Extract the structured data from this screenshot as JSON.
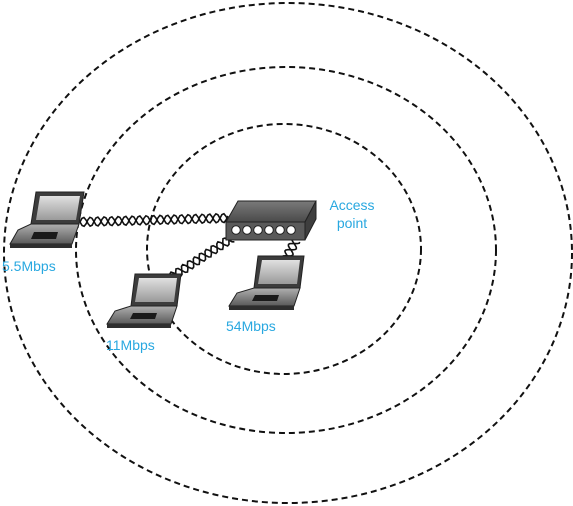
{
  "labels": {
    "access_point_line1": "Access",
    "access_point_line2": "point",
    "rate_outer": "5.5Mbps",
    "rate_middle": "11Mbps",
    "rate_inner": "54Mbps"
  },
  "colors": {
    "label": "#29a8e0",
    "ring": "#111111",
    "device_dark": "#4a4a4a",
    "device_light": "#8c8c8c"
  },
  "icons": [
    "access-point-icon",
    "laptop-icon",
    "wireless-link-icon"
  ]
}
